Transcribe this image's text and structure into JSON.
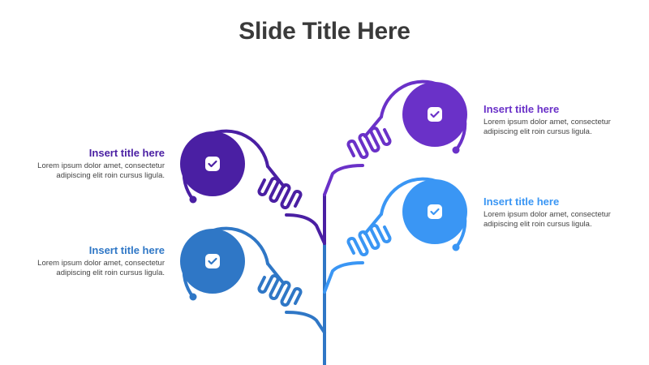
{
  "slide": {
    "title": "Slide Title Here"
  },
  "items": [
    {
      "title": "Insert title here",
      "body": "Lorem ipsum dolor amet, consectetur\nadipiscing elit roin cursus ligula.",
      "color": "#4a1fa3",
      "icon": "check-square-icon"
    },
    {
      "title": "Insert title here",
      "body": "Lorem ipsum dolor amet, consectetur\nadipiscing elit roin cursus ligula.",
      "color": "#2f77c6",
      "icon": "check-square-icon"
    },
    {
      "title": "Insert title here",
      "body": "Lorem ipsum dolor amet, consectetur\nadipiscing elit roin cursus ligula.",
      "color": "#6a31c8",
      "icon": "check-square-icon"
    },
    {
      "title": "Insert title here",
      "body": "Lorem ipsum dolor amet, consectetur\nadipiscing elit roin cursus ligula.",
      "color": "#3a96f4",
      "icon": "check-square-icon"
    }
  ]
}
